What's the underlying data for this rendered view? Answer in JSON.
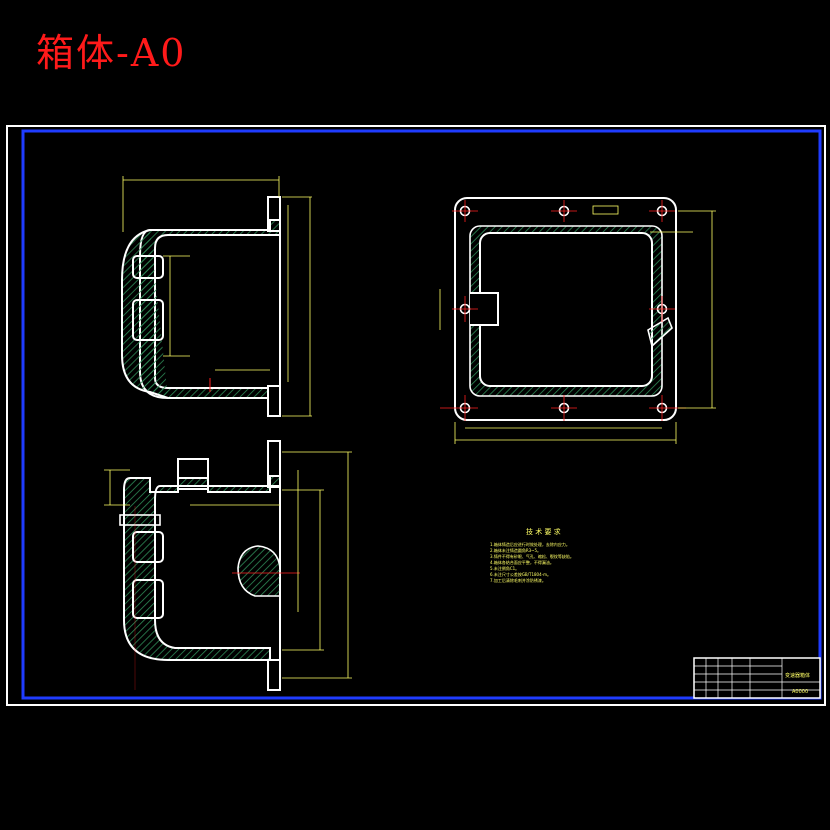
{
  "title": "箱体-A0",
  "technical_requirements": {
    "heading": "技 术 要 求",
    "items": [
      "1.箱体铸造后应进行时效处理，去除内应力。",
      "2.箱体未注铸造圆角R3~5。",
      "3.铸件不得有砂眼、气孔、缩松、裂纹等缺陷。",
      "4.箱体各结合面应平整，不得漏油。",
      "5.未注倒角C1。",
      "6.未注尺寸公差按GB/T1804-m。",
      "7.加工后清除毛刺并涂防锈漆。"
    ]
  },
  "title_block": {
    "name": "变速器箱体",
    "drawing_no": "A0000"
  },
  "colors": {
    "frame_outer": "#ffffff",
    "frame_inner": "#1f3cff",
    "outline": "#ffffff",
    "dimension": "#ffff66",
    "centerline": "#ff2020",
    "hatch": "#2e8b57",
    "title": "#ff1a1a"
  }
}
